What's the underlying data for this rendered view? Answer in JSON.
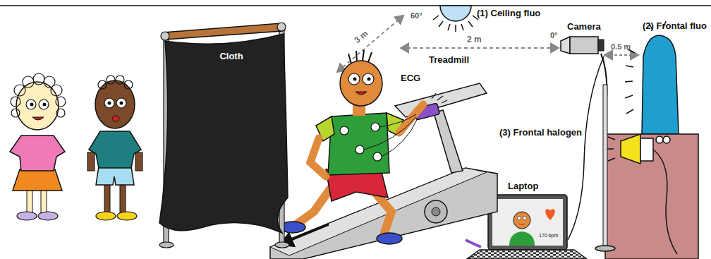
{
  "diagram": {
    "nodes": [
      {
        "text": [
          "Cloth"
        ]
      }
    ],
    "labels": [
      "(1) Ceiling fluo",
      "60°",
      "3 m",
      "(2) Frontal fluo",
      "2 m",
      "0°",
      "Camera",
      "0.5 m",
      "Treadmill",
      "ECG",
      "(3) Frontal halogen",
      "Laptop",
      "170 bpm"
    ]
  }
}
